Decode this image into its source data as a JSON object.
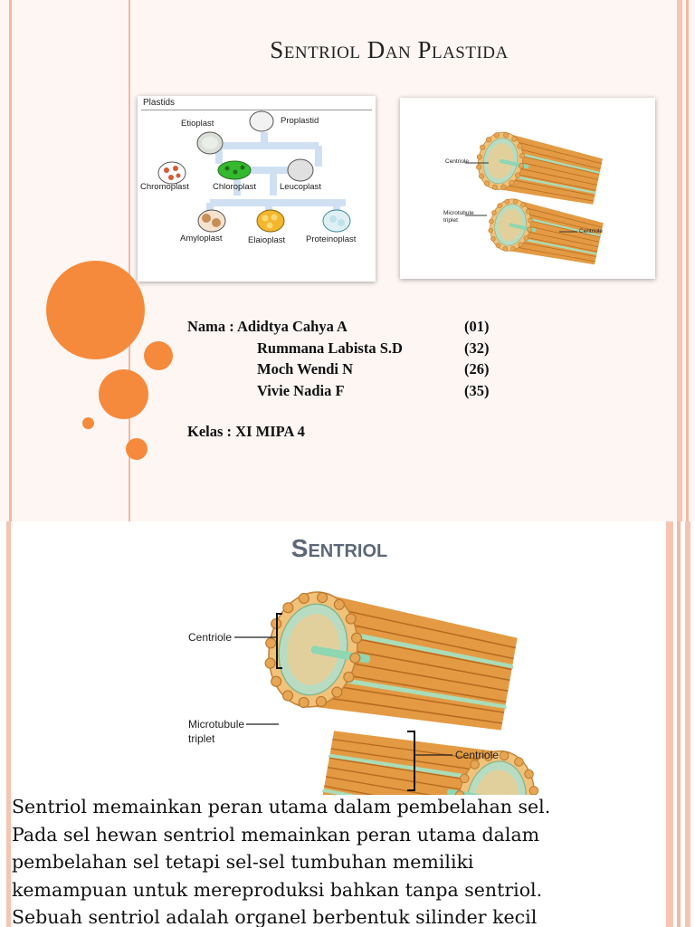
{
  "slide1": {
    "title": "Sentriol Dan Plastida",
    "plastids_figure": {
      "heading": "Plastids",
      "labels": {
        "etioplast": "Etioplast",
        "proplastid": "Proplastid",
        "chromoplast": "Chromoplast",
        "chloroplast": "Chloroplast",
        "leucoplast": "Leucoplast",
        "amyloplast": "Amyloplast",
        "elaioplast": "Elaioplast",
        "proteinoplast": "Proteinoplast"
      }
    },
    "centriole_figure": {
      "centriole_top": "Centriole",
      "microtubule": "Microtubule",
      "triplet": "triplet",
      "centriole_bottom": "Centriole"
    },
    "members_label": "Nama :",
    "members": [
      {
        "name": "Adidtya Cahya A",
        "number": "(01)"
      },
      {
        "name": "Rummana Labista S.D",
        "number": "(32)"
      },
      {
        "name": "Moch Wendi N",
        "number": "(26)"
      },
      {
        "name": "Vivie Nadia F",
        "number": "(35)"
      }
    ],
    "class_text": "Kelas : XI MIPA 4"
  },
  "slide2": {
    "title": "Sentriol",
    "figure": {
      "centriole_top": "Centriole",
      "microtubule": "Microtubule",
      "triplet": "triplet",
      "centriole_bottom": "Centriole"
    },
    "body_lines": [
      "Sentriol memainkan peran utama dalam pembelahan sel.",
      "Pada sel hewan sentriol memainkan peran utama dalam",
      "pembelahan sel tetapi sel-sel tumbuhan memiliki",
      "kemampuan untuk mereproduksi bahkan tanpa sentriol.",
      "Sebuah sentriol adalah organel berbentuk silinder kecil"
    ]
  },
  "colors": {
    "accent_orange": "#f58a3c",
    "stripe_pink": "#f4b7a3",
    "tube_orange": "#e69a3f",
    "membrane_green": "#9fd6b4",
    "chloroplast_green": "#35b92e",
    "elaioplast_yellow": "#f3b62c"
  }
}
